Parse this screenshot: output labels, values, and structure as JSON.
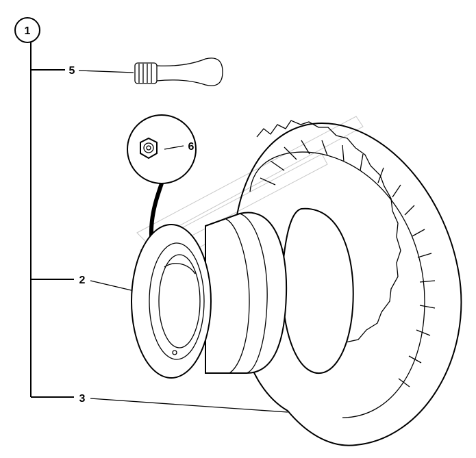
{
  "callouts": {
    "assembly": "1",
    "valve_stem": "5",
    "nut": "6",
    "rim": "2",
    "tire": "3"
  },
  "colors": {
    "line": "#000000",
    "background": "#ffffff",
    "watermark": "#c8c8c8"
  }
}
